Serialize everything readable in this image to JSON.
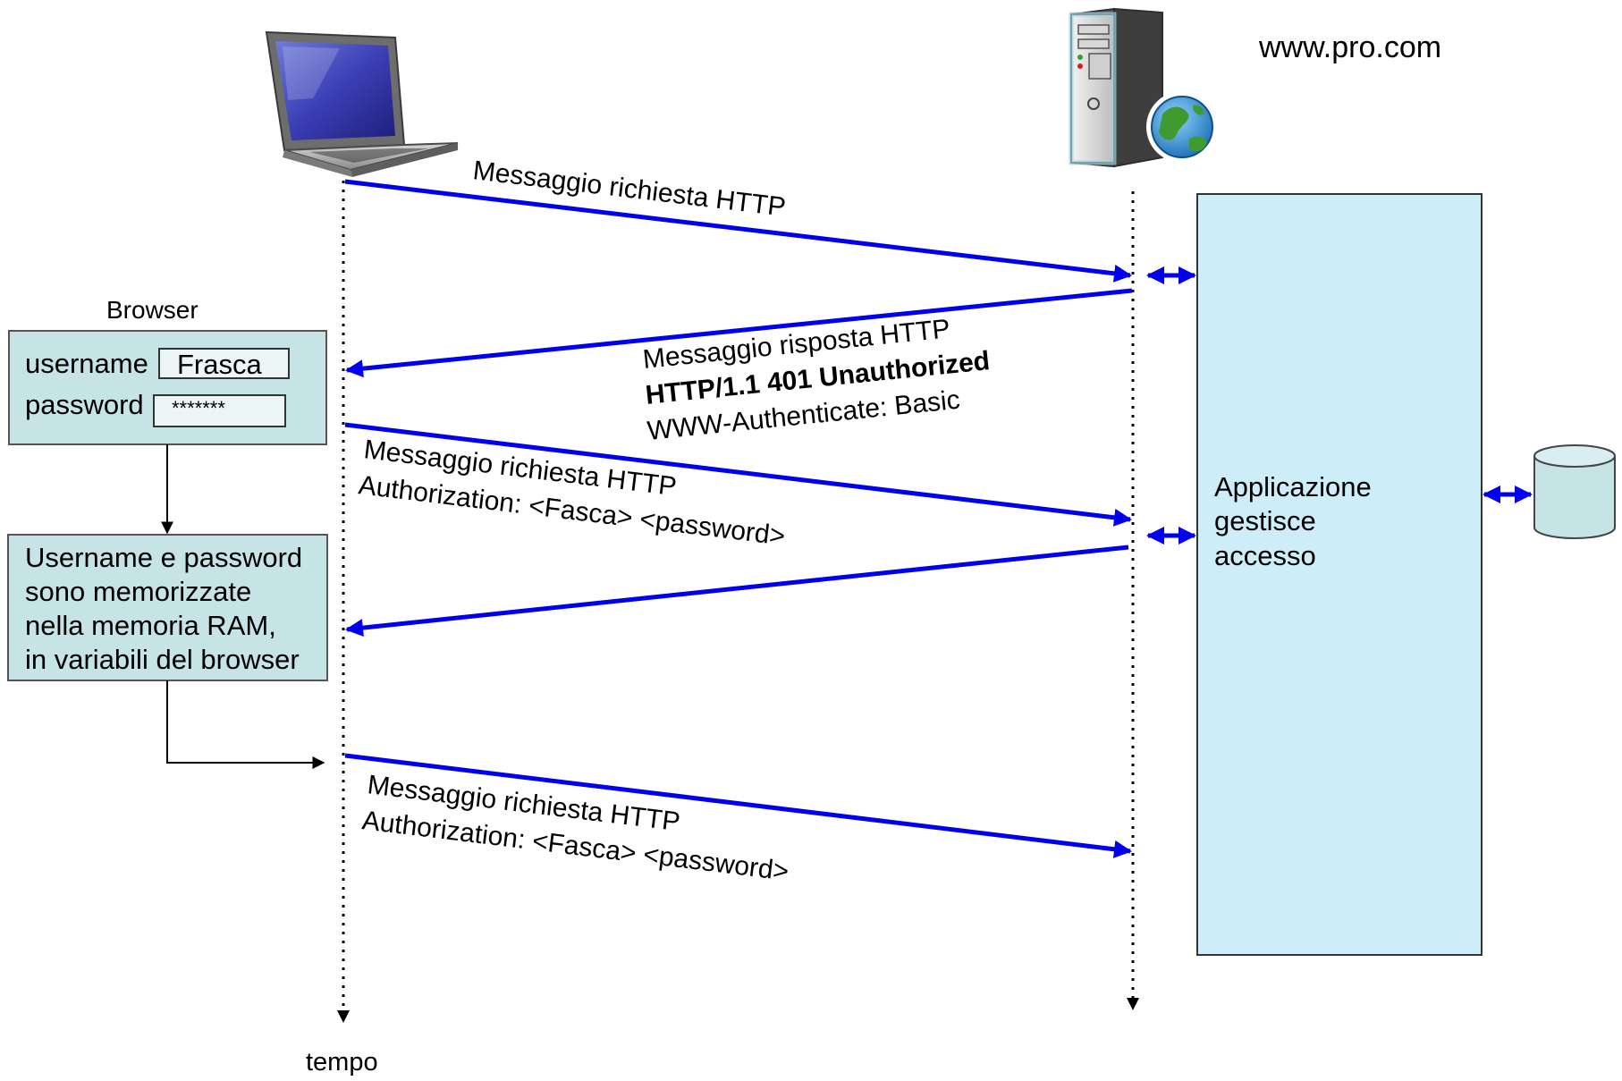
{
  "server": {
    "host": "www.pro.com"
  },
  "messages": {
    "request1": {
      "line1": "Messaggio richiesta HTTP"
    },
    "response1": {
      "line1": "Messaggio risposta HTTP",
      "line2": "HTTP/1.1 401 Unauthorized",
      "line3": "WWW-Authenticate: Basic"
    },
    "request2": {
      "line1": "Messaggio richiesta HTTP",
      "line2": "Authorization: <Fasca> <password>"
    },
    "request3": {
      "line1": "Messaggio richiesta HTTP",
      "line2": "Authorization: <Fasca> <password>"
    }
  },
  "browser": {
    "title": "Browser",
    "username_label": "username",
    "username_value": "Frasca",
    "password_label": "password",
    "password_value": "*******"
  },
  "memory_note": {
    "line1": "Username e password",
    "line2": "sono memorizzate",
    "line3": "nella memoria RAM,",
    "line4": "in variabili del browser"
  },
  "application": {
    "line1": "Applicazione",
    "line2": "gestisce",
    "line3": "accesso"
  },
  "timeline": {
    "label": "tempo"
  },
  "icons": {
    "client": "laptop-icon",
    "server": "server-globe-icon",
    "storage": "database-icon"
  },
  "colors": {
    "message_arrow": "#0000ee",
    "panel_fill": "#c6e3e6",
    "app_fill": "#cdeef9",
    "db_fill": "#c6e3e6"
  }
}
